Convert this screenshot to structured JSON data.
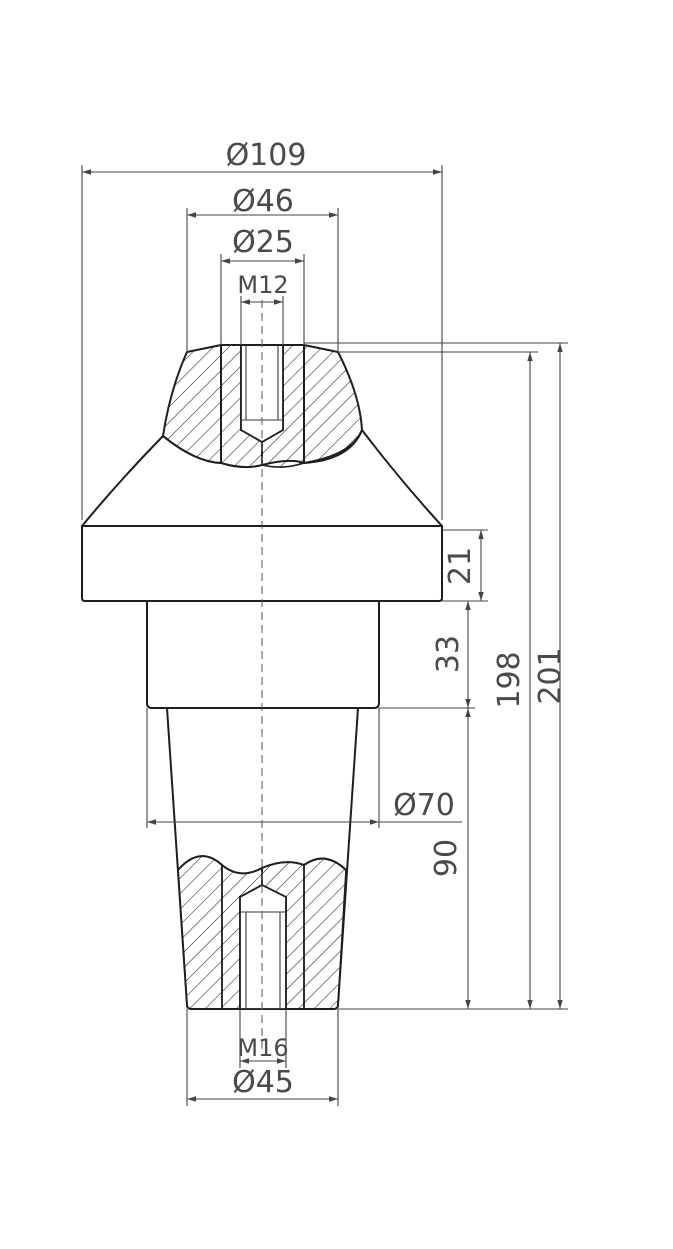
{
  "drawing": {
    "colors": {
      "line": "#1e1e1e",
      "dimension": "#444444",
      "text": "#4a4a4a",
      "background": "#ffffff"
    },
    "dimensions": {
      "d109": "Ø109",
      "d46": "Ø46",
      "d25": "Ø25",
      "m12": "M12",
      "h21": "21",
      "h33": "33",
      "h198": "198",
      "h201": "201",
      "d70": "Ø70",
      "h90": "90",
      "m16": "M16",
      "d45": "Ø45"
    }
  }
}
